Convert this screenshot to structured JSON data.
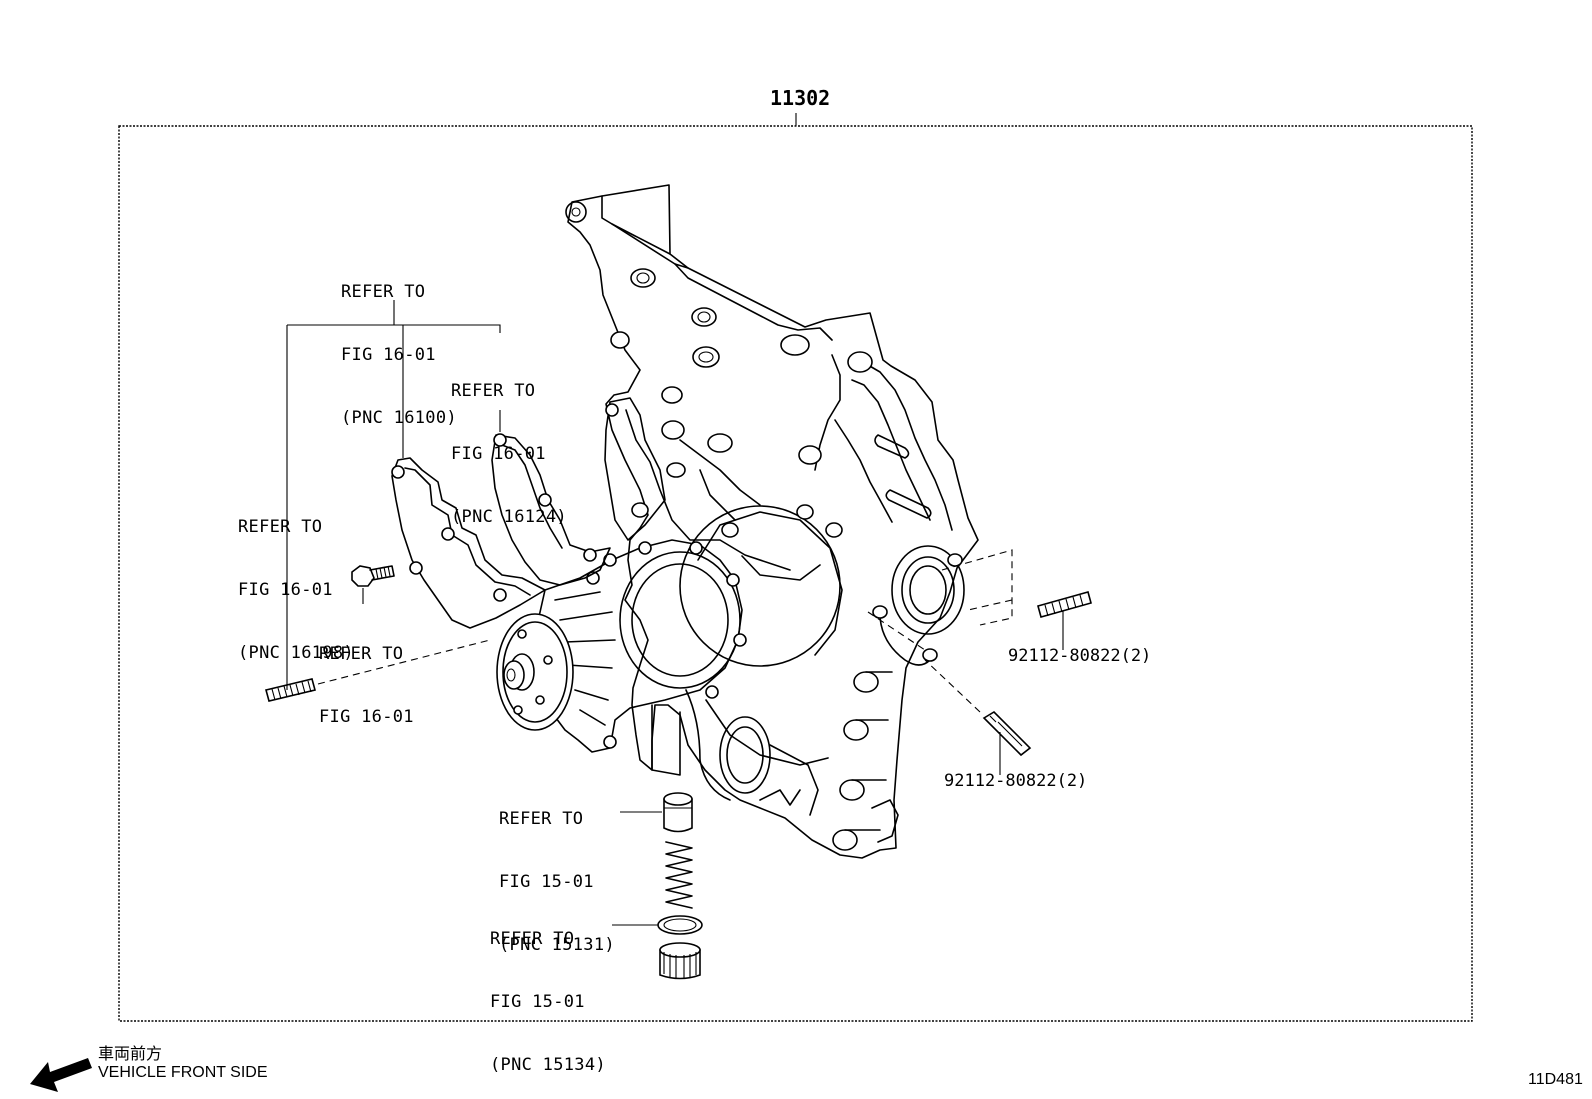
{
  "assembly": {
    "part_number": "11302"
  },
  "callouts": {
    "refer_16100": {
      "line1": "REFER TO",
      "line2": "FIG 16-01",
      "line3": "(PNC 16100)"
    },
    "refer_16124": {
      "line1": "REFER TO",
      "line2": "FIG 16-01",
      "line3": "(PNC 16124)"
    },
    "refer_16198": {
      "line1": "REFER TO",
      "line2": "FIG 16-01",
      "line3": "(PNC 16198)"
    },
    "refer_bolt": {
      "line1": "REFER TO",
      "line2": "FIG 16-01"
    },
    "refer_15131": {
      "line1": "REFER TO",
      "line2": "FIG 15-01",
      "line3": "(PNC 15131)"
    },
    "refer_15134": {
      "line1": "REFER TO",
      "line2": "FIG 15-01",
      "line3": "(PNC 15134)"
    }
  },
  "parts": {
    "stud_upper": "92112-80822(2)",
    "stud_lower": "92112-80822(2)"
  },
  "footer": {
    "direction_jp": "車両前方",
    "direction_en": "VEHICLE FRONT SIDE",
    "figure_code": "11D481"
  },
  "icons": {
    "direction": "arrow-left-down-icon"
  }
}
